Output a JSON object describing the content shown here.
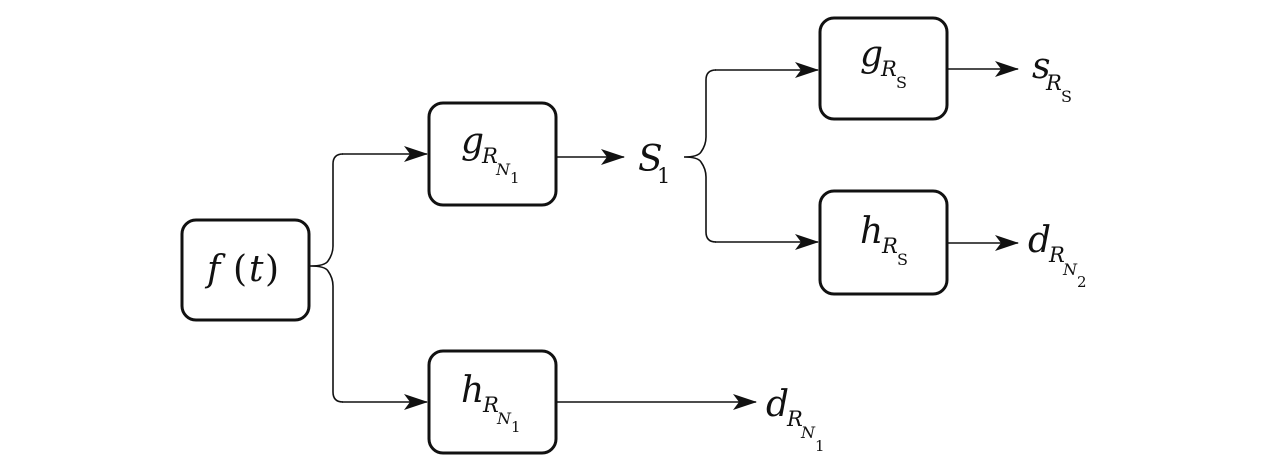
{
  "diagram": {
    "input": {
      "f": "f",
      "paren_open": "(",
      "t": "t",
      "paren_close": ")"
    },
    "g_RN1": {
      "base": "g",
      "sub": "R",
      "subsub": "N",
      "subsubsub": "1"
    },
    "h_RN1": {
      "base": "h",
      "sub": "R",
      "subsub": "N",
      "subsubsub": "1"
    },
    "g_RS": {
      "base": "g",
      "sub": "R",
      "subsub": "S"
    },
    "h_RS": {
      "base": "h",
      "sub": "R",
      "subsub": "S"
    },
    "S1": {
      "base": "S",
      "sub": "1"
    },
    "s_RS": {
      "base": "s",
      "sub": "R",
      "subsub": "S"
    },
    "d_RN2": {
      "base": "d",
      "sub": "R",
      "subsub": "N",
      "subsubsub": "2"
    },
    "d_RN1": {
      "base": "d",
      "sub": "R",
      "subsub": "N",
      "subsubsub": "1"
    }
  }
}
